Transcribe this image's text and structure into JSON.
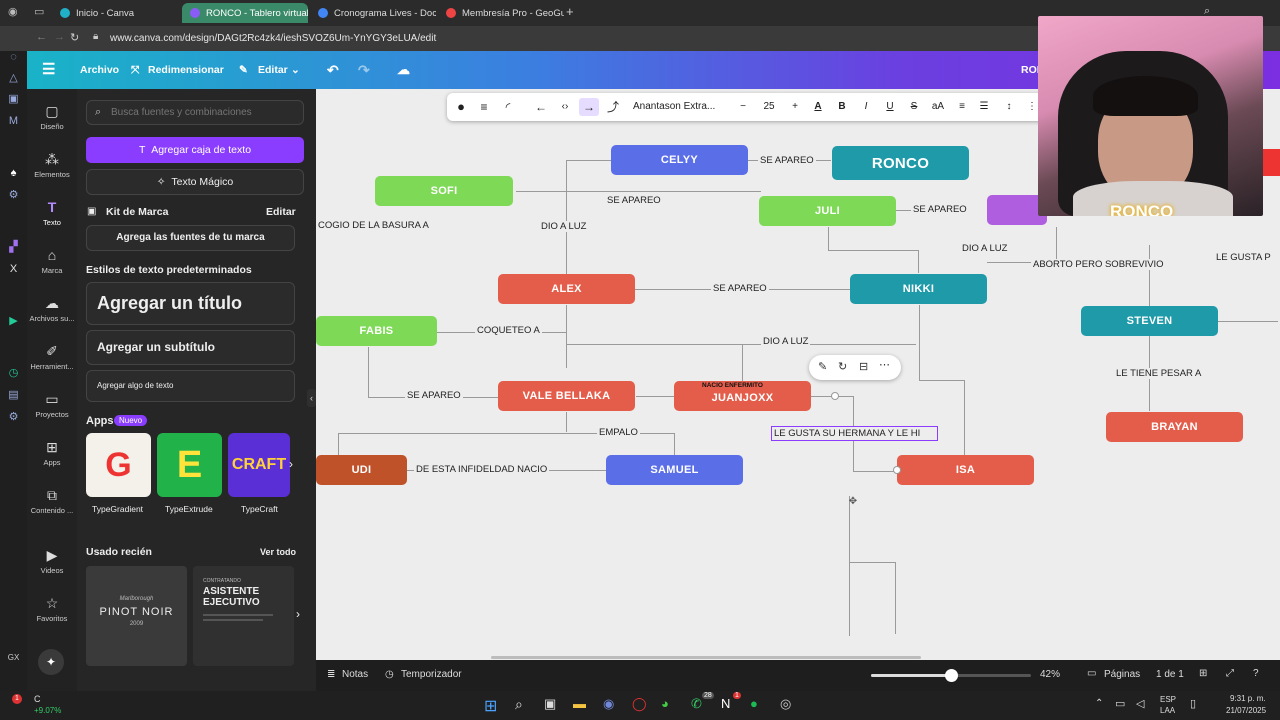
{
  "browser": {
    "tabs": [
      {
        "label": "Inicio - Canva",
        "active": false
      },
      {
        "label": "RONCO - Tablero virtual",
        "active": true
      },
      {
        "label": "Cronograma Lives - Docs",
        "active": false
      },
      {
        "label": "Membresía Pro - GeoGue",
        "active": false
      }
    ],
    "new_tab": "+",
    "url": "www.canva.com/design/DAGt2Rc4zk4/ieshSVOZ6Um-YnYGY3eLUA/edit"
  },
  "header": {
    "menu_icon": "hamburger-icon",
    "archivo": "Archivo",
    "redimensionar": "Redimensionar",
    "editar": "Editar",
    "title_partial": "RON",
    "accent": "#7b2fe0"
  },
  "rail": [
    {
      "label": "Diseño",
      "icon": "layout-icon"
    },
    {
      "label": "Elementos",
      "icon": "shapes-icon"
    },
    {
      "label": "Texto",
      "icon": "text-icon"
    },
    {
      "label": "Marca",
      "icon": "brand-icon"
    },
    {
      "label": "Archivos su...",
      "icon": "upload-icon"
    },
    {
      "label": "Herramient...",
      "icon": "tools-icon"
    },
    {
      "label": "Proyectos",
      "icon": "folder-icon"
    },
    {
      "label": "Apps",
      "icon": "apps-icon"
    },
    {
      "label": "Contenido ...",
      "icon": "content-icon"
    },
    {
      "label": "Videos",
      "icon": "video-icon"
    },
    {
      "label": "Favoritos",
      "icon": "star-icon"
    }
  ],
  "panel": {
    "search_placeholder": "Busca fuentes y combinaciones",
    "add_textbox": "Agregar caja de texto",
    "magic_text": "Texto Mágico",
    "brand_kit": "Kit de Marca",
    "brand_edit": "Editar",
    "brand_fonts": "Agrega las fuentes de tu marca",
    "default_styles": "Estilos de texto predeterminados",
    "add_title": "Agregar un título",
    "add_subtitle": "Agregar un subtítulo",
    "add_body": "Agregar algo de texto",
    "apps": "Apps",
    "apps_badge": "Nuevo",
    "app_tiles": [
      {
        "label": "TypeGradient"
      },
      {
        "label": "TypeExtrude"
      },
      {
        "label": "TypeCraft"
      }
    ],
    "recent": "Usado recién",
    "see_all": "Ver todo",
    "recent_1_brand": "Marlborough",
    "recent_1": "PINOT NOIR",
    "recent_1_year": "2009",
    "recent_2_kicker": "CONTRATANDO",
    "recent_2": "ASISTENTE EJECUTIVO"
  },
  "toolbar": {
    "font": "Anantason Extra...",
    "minus": "−",
    "size": "25",
    "plus": "+"
  },
  "nodes": [
    {
      "id": "celyy",
      "label": "CELYY",
      "color": "#5a6ee8"
    },
    {
      "id": "ronco",
      "label": "RONCO",
      "color": "#1f9aa8"
    },
    {
      "id": "sofi",
      "label": "SOFI",
      "color": "#7ed957"
    },
    {
      "id": "juli",
      "label": "JULI",
      "color": "#7ed957"
    },
    {
      "id": "alex",
      "label": "ALEX",
      "color": "#e35d4a"
    },
    {
      "id": "nikki",
      "label": "NIKKI",
      "color": "#1f9aa8"
    },
    {
      "id": "fabis",
      "label": "FABIS",
      "color": "#7ed957"
    },
    {
      "id": "steven",
      "label": "STEVEN",
      "color": "#1f9aa8"
    },
    {
      "id": "vale",
      "label": "VALE BELLAKA",
      "color": "#e35d4a"
    },
    {
      "id": "juanjoxx",
      "label": "JUANJOXX",
      "color": "#e35d4a"
    },
    {
      "id": "brayan",
      "label": "BRAYAN",
      "color": "#e35d4a"
    },
    {
      "id": "udi",
      "label": "UDI",
      "color": "#c0522a"
    },
    {
      "id": "samuel",
      "label": "SAMUEL",
      "color": "#5a6ee8"
    },
    {
      "id": "isa",
      "label": "ISA",
      "color": "#e35d4a"
    }
  ],
  "labels": {
    "se_apareo_1": "SE APAREO",
    "se_apareo_2": "SE APAREO",
    "se_apareo_3": "SE APAREO",
    "se_apareo_4": "SE APAREO",
    "se_apareo_5": "SE APAREO",
    "cogio": "COGIO DE LA BASURA A",
    "dio_a_luz_1": "DIO A LUZ",
    "dio_a_luz_2": "DIO A LUZ",
    "dio_a_luz_3": "DIO A LUZ",
    "aborto": "ABORTO PERO SOBREVIVIO",
    "le_gusta_p": "LE GUSTA P",
    "coqueteo": "COQUETEO A",
    "le_tiene_pesar": "LE TIENE PESAR A",
    "nacio_enfermito": "NACIO ENFERMITO",
    "empalo": "EMPALO",
    "infidelidad": "DE ESTA INFIDELDAD NACIO",
    "editing": "LE GUSTA SU HERMANA Y LE HI",
    "webcam_name": "RONCO"
  },
  "bottombar": {
    "notas": "Notas",
    "temporizador": "Temporizador",
    "zoom": "42%",
    "zoom_level": 0.42,
    "paginas": "Páginas",
    "page": "1 de 1"
  },
  "taskbar": {
    "widget_value": "+9.07%",
    "widget_letter": "C",
    "widget_badge": "1",
    "lang": "ESP",
    "lang2": "LAA",
    "time": "9:31 p. m.",
    "date": "21/07/2025",
    "badge_1": "28",
    "badge_2": "1"
  }
}
